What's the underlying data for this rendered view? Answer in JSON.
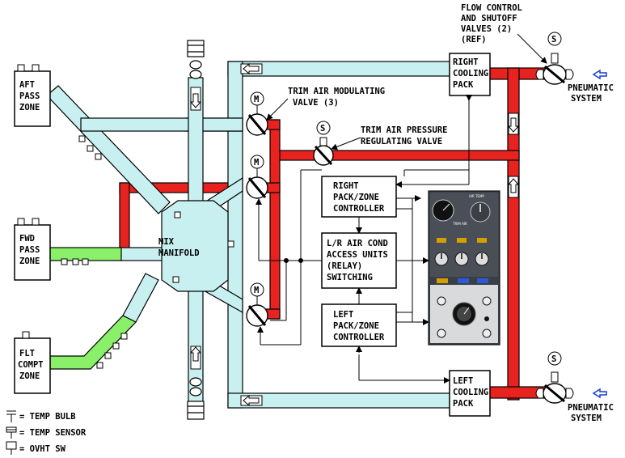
{
  "labels": {
    "aft_zone": [
      "AFT",
      "PASS",
      "ZONE"
    ],
    "fwd_zone": [
      "FWD",
      "PASS",
      "ZONE"
    ],
    "flt_zone": [
      "FLT",
      "COMPT",
      "ZONE"
    ],
    "mix_manifold": [
      "MIX",
      "MANIFOLD"
    ],
    "right_pack": [
      "RIGHT",
      "COOLING",
      "PACK"
    ],
    "left_pack": [
      "LEFT",
      "COOLING",
      "PACK"
    ],
    "flow_control": [
      "FLOW CONTROL",
      "AND SHUTOFF",
      "VALVES (2)",
      "(REF)"
    ],
    "trim_mod_valve": [
      "TRIM AIR MODULATING",
      "VALVE (3)"
    ],
    "trim_press_valve": [
      "TRIM AIR PRESSURE",
      "REGULATING VALVE"
    ],
    "right_controller": [
      "RIGHT",
      "PACK/ZONE",
      "CONTROLLER"
    ],
    "access_units": [
      "L/R AIR COND",
      "ACCESS UNITS",
      "(RELAY)",
      "SWITCHING"
    ],
    "left_controller": [
      "LEFT",
      "PACK/ZONE",
      "CONTROLLER"
    ],
    "pneumatic_top": [
      "PNEUMATIC",
      "SYSTEM"
    ],
    "pneumatic_bottom": [
      "PNEUMATIC",
      "SYSTEM"
    ]
  },
  "symbols": {
    "motor": "M",
    "solenoid": "S"
  },
  "panel": {
    "air_temp": "AIR TEMP",
    "trim_air": "TRIM AIR"
  },
  "legend": [
    {
      "symbol": "temp-bulb",
      "text": "= TEMP BULB"
    },
    {
      "symbol": "temp-sensor",
      "text": "= TEMP SENSOR"
    },
    {
      "symbol": "ovht-sw",
      "text": "= OVHT SW"
    }
  ],
  "colors": {
    "hot_air": "#e8231f",
    "cool_air": "#c8f0f0",
    "fwd_air": "#8af06a",
    "blue_arrow": "#1a3cd6"
  }
}
